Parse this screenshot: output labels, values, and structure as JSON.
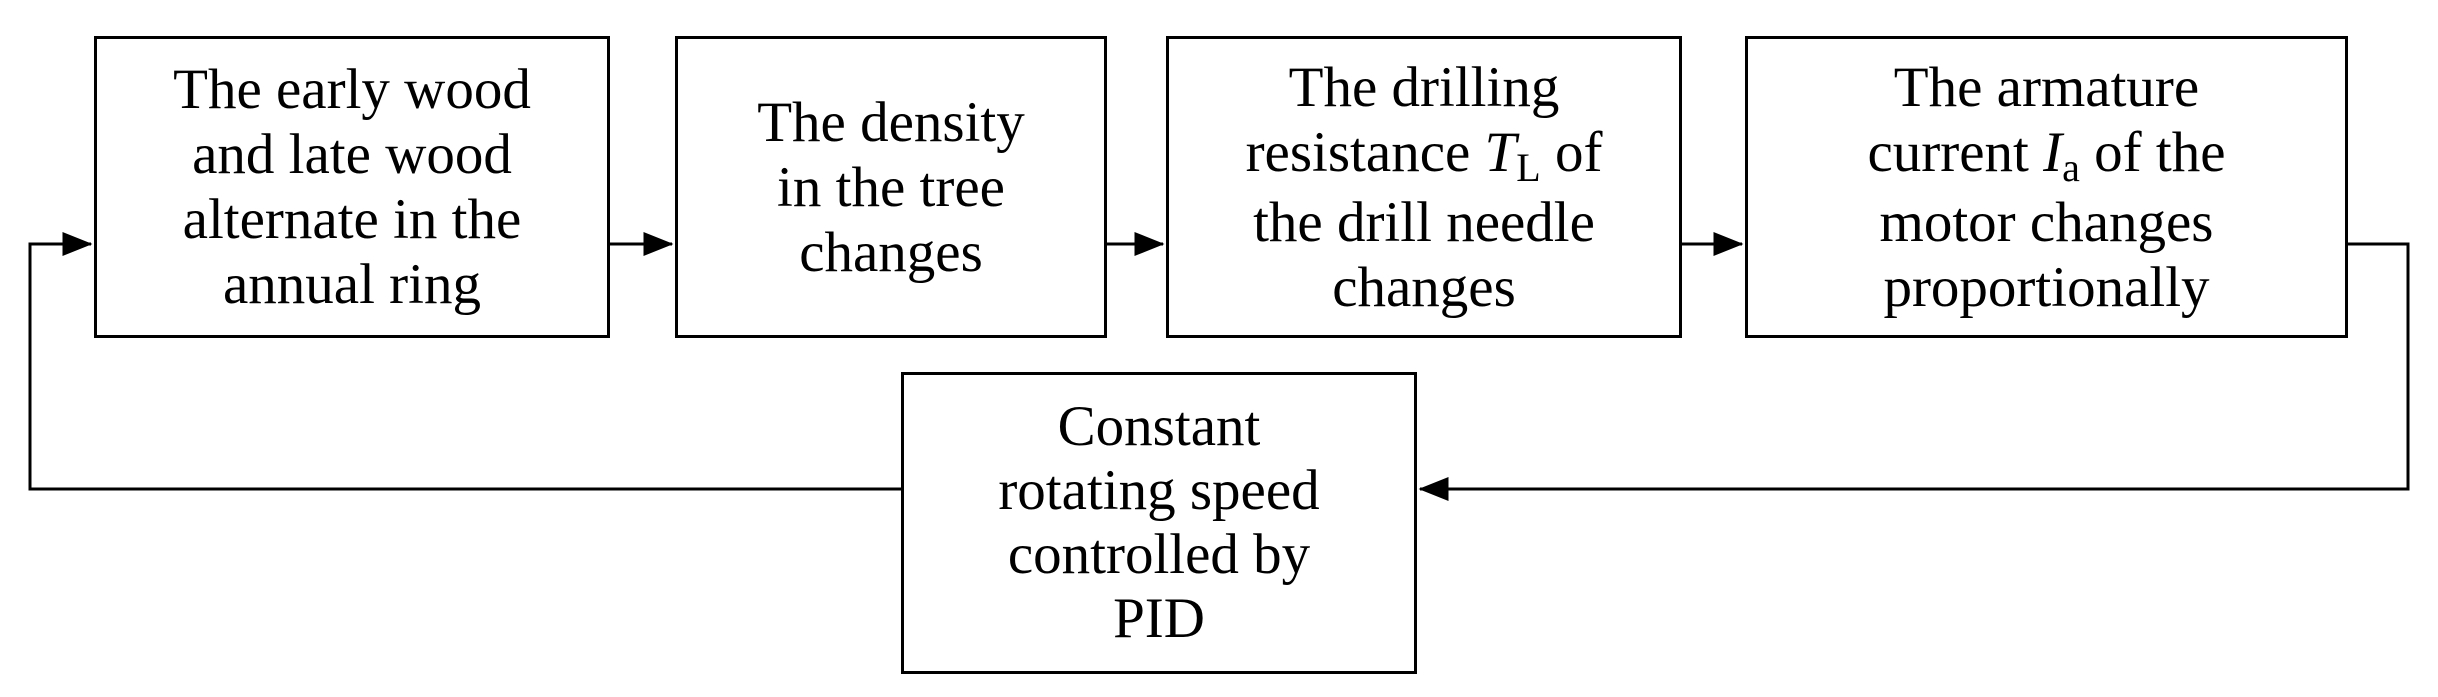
{
  "boxes": {
    "early_late_wood": {
      "lines": [
        "The early wood",
        "and late wood",
        "alternate in the",
        "annual ring"
      ]
    },
    "density": {
      "lines": [
        "The density",
        "in the tree",
        "changes"
      ]
    },
    "drilling_resistance": {
      "line1": "The drilling",
      "line2_prefix": "resistance ",
      "symbol": "T",
      "symbol_sub": "L",
      "line2_suffix": " of",
      "line3": "the drill needle",
      "line4": "changes"
    },
    "armature_current": {
      "line1": "The armature",
      "line2_prefix": "current ",
      "symbol": "I",
      "symbol_sub": "a",
      "line2_suffix": " of the",
      "line3": "motor changes",
      "line4": "proportionally"
    },
    "pid_control": {
      "lines": [
        "Constant",
        "rotating speed",
        "controlled by",
        "PID"
      ]
    }
  },
  "colors": {
    "stroke": "#000000",
    "background": "#ffffff"
  }
}
